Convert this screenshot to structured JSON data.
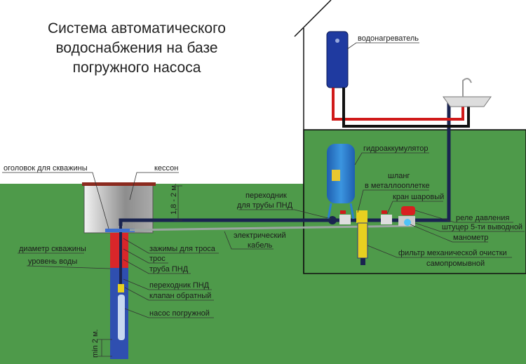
{
  "title": {
    "line1": "Система автоматического",
    "line2": "водоснабжения на базе",
    "line3": "погружного насоса"
  },
  "labels": {
    "wellhead": "оголовок для скважины",
    "caisson": "кессон",
    "depth": "1,8 - 2 м.",
    "adapter_line1": "переходник",
    "adapter_line2": "для трубы ПНД",
    "cable_line1": "электрический",
    "cable_line2": "кабель",
    "clamps": "зажимы для троса",
    "rope": "трос",
    "pipe": "труба ПНД",
    "adapter_pnd": "переходник ПНД",
    "check_valve": "клапан обратный",
    "pump": "насос погружной",
    "well_diameter": "диаметр скважины",
    "water_level": "уровень воды",
    "min_depth": "min 2 м.",
    "water_heater": "водонагреватель",
    "accumulator": "гидроаккумулятор",
    "hose_line1": "шланг",
    "hose_line2": "в металлооплетке",
    "ball_valve": "кран шаровый",
    "pressure_switch": "реле давления",
    "fitting": "штуцер 5-ти выводной",
    "manometer": "манометр",
    "filter_line1": "фильтр механической очистки",
    "filter_line2": "самопромывной"
  },
  "colors": {
    "ground": "#4e9a4a",
    "pipe": "#1a2450",
    "well_red": "#d8262a",
    "well_blue": "#2f4fb0",
    "accumulator": "#2a7fd0"
  }
}
